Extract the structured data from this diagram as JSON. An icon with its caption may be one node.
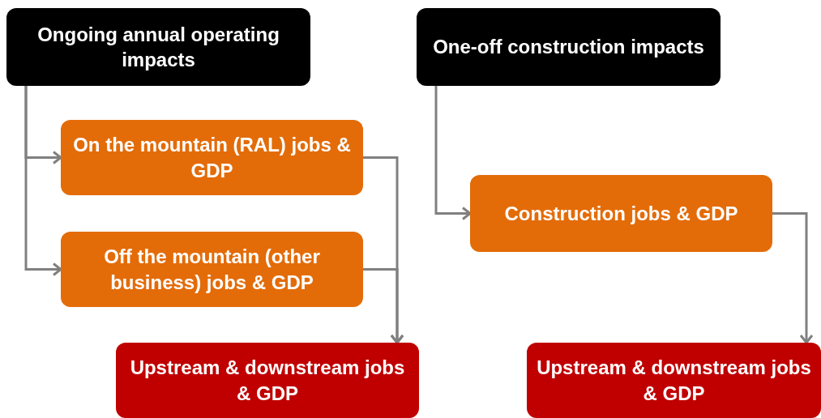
{
  "diagram": {
    "nodes": [
      {
        "text": [
          "Ongoing annual operating impacts"
        ]
      },
      {
        "text": [
          "On the mountain (RAL) jobs & GDP"
        ]
      },
      {
        "text": [
          "Off the mountain (other business) jobs & GDP"
        ]
      },
      {
        "text": [
          "Upstream & downstream jobs & GDP"
        ]
      },
      {
        "text": [
          "One-off construction impacts"
        ]
      },
      {
        "text": [
          "Construction jobs & GDP"
        ]
      },
      {
        "text": [
          "Upstream & downstream jobs & GDP"
        ]
      }
    ],
    "edges": [
      {
        "from": 0,
        "to": 1,
        "arrow": "to"
      },
      {
        "from": 0,
        "to": 2,
        "arrow": "to"
      },
      {
        "from": 1,
        "to": 3,
        "arrow": "to"
      },
      {
        "from": 2,
        "to": 3,
        "arrow": "to"
      },
      {
        "from": 4,
        "to": 5,
        "arrow": "to"
      },
      {
        "from": 5,
        "to": 6,
        "arrow": "to"
      }
    ]
  }
}
